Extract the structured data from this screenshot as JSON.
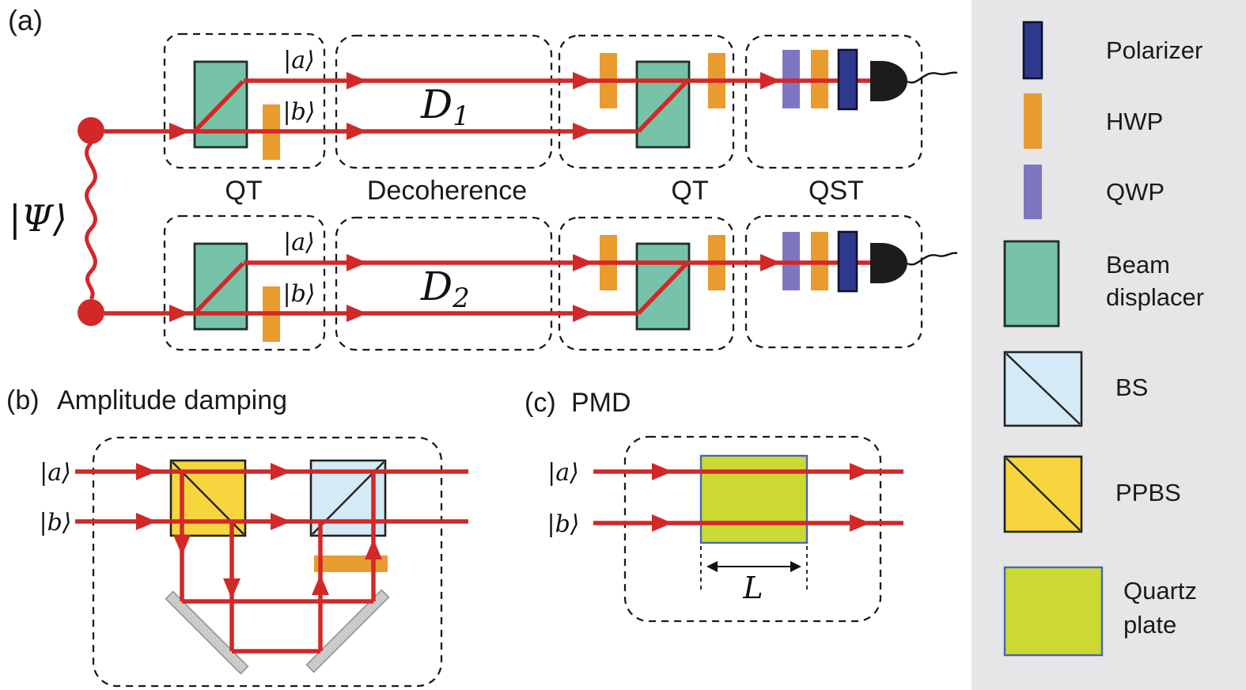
{
  "figure": {
    "panel_a": {
      "label": "(a)",
      "source_state": "|Ψ⟩",
      "stages": [
        "QT",
        "Decoherence",
        "QT",
        "QST"
      ],
      "rows": [
        {
          "mode_a": "|a⟩",
          "mode_b": "|b⟩",
          "channel": "D",
          "channel_sub": "1"
        },
        {
          "mode_a": "|a⟩",
          "mode_b": "|b⟩",
          "channel": "D",
          "channel_sub": "2"
        }
      ]
    },
    "panel_b": {
      "label": "(b)",
      "title": "Amplitude damping",
      "mode_a": "|a⟩",
      "mode_b": "|b⟩"
    },
    "panel_c": {
      "label": "(c)",
      "title": "PMD",
      "mode_a": "|a⟩",
      "mode_b": "|b⟩",
      "plate_length": "L"
    },
    "legend": {
      "items": [
        {
          "id": "polarizer",
          "label": "Polarizer"
        },
        {
          "id": "hwp",
          "label": "HWP"
        },
        {
          "id": "qwp",
          "label": "QWP"
        },
        {
          "id": "beam-displacer",
          "label_line1": "Beam",
          "label_line2": "displacer"
        },
        {
          "id": "bs",
          "label": "BS"
        },
        {
          "id": "ppbs",
          "label": "PPBS"
        },
        {
          "id": "quartz-plate",
          "label_line1": "Quartz",
          "label_line2": "plate"
        }
      ]
    },
    "colors": {
      "beam_red": "#d22828",
      "polarizer_blue": "#2e3a8e",
      "hwp_orange": "#e89b2f",
      "qwp_purple": "#7e76c0",
      "beam_displacer_teal": "#76c3a9",
      "bs_light_blue": "#d4eaf7",
      "ppbs_yellow": "#f7d53f",
      "quartz_yellow_green": "#ccd933",
      "mirror_gray": "#cbcbcb",
      "detector_black": "#1c1c1c",
      "legend_background": "#e6e6e8"
    }
  }
}
